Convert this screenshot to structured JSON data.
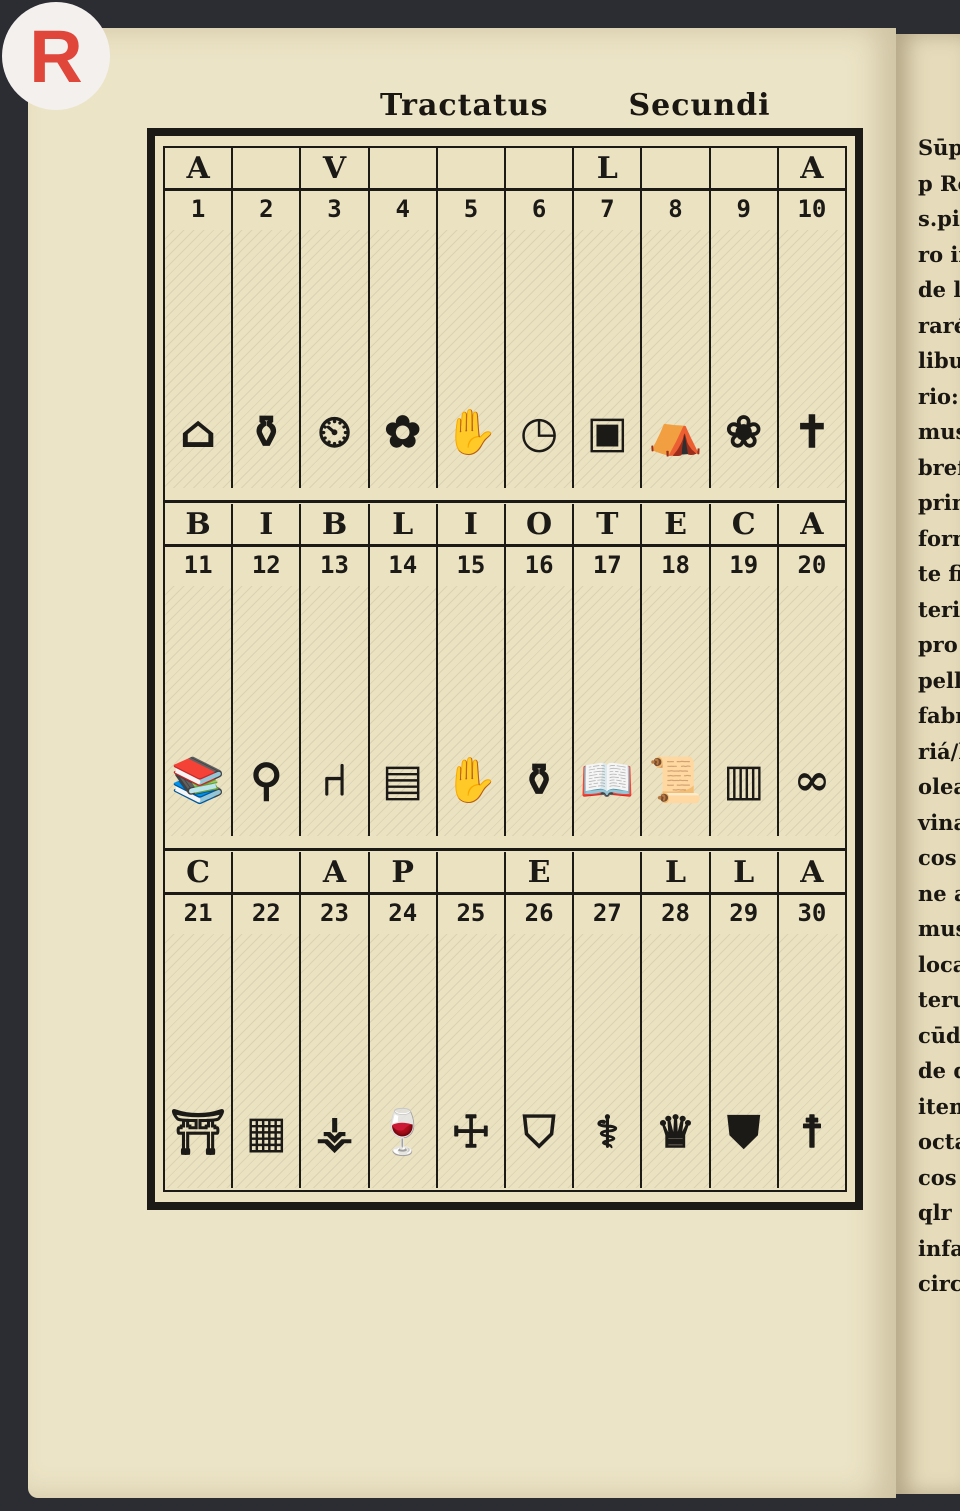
{
  "logo": {
    "letter": "R",
    "color": "#e0463a"
  },
  "header": {
    "word1": "Tractatus",
    "word2": "Secundi"
  },
  "rows": [
    {
      "letters": [
        "A",
        "",
        "V",
        "",
        "",
        "",
        "L",
        "",
        "",
        "A"
      ],
      "numbers": [
        "1",
        "2",
        "3",
        "4",
        "5",
        "6",
        "7",
        "8",
        "9",
        "10"
      ],
      "icons": [
        "arched-window-icon",
        "ewer-icon",
        "clock-case-icon",
        "flower-pot-icon",
        "hand-vase-icon",
        "wall-clock-icon",
        "madonna-picture-icon",
        "canopy-bed-icon",
        "fruit-basket-icon",
        "rosary-cross-icon"
      ],
      "glyphs": [
        "⌂",
        "⚱",
        "⏲",
        "✿",
        "✋",
        "◷",
        "▣",
        "⛺",
        "❀",
        "✝"
      ]
    },
    {
      "letters": [
        "B",
        "I",
        "B",
        "L",
        "I",
        "O",
        "T",
        "E",
        "C",
        "A"
      ],
      "numbers": [
        "11",
        "12",
        "13",
        "14",
        "15",
        "16",
        "17",
        "18",
        "19",
        "20"
      ],
      "icons": [
        "books-icon",
        "lamp-icon",
        "chair-icon",
        "lectern-icon",
        "hand-icon",
        "inkwell-icon",
        "open-book-icon",
        "scroll-icon",
        "cabinet-icon",
        "spectacles-icon"
      ],
      "glyphs": [
        "📚",
        "⚲",
        "⑁",
        "▤",
        "✋",
        "⚱",
        "📖",
        "📜",
        "▥",
        "∞"
      ]
    },
    {
      "letters": [
        "C",
        "",
        "A",
        "P",
        "",
        "E",
        "",
        "L",
        "L",
        "A"
      ],
      "numbers": [
        "21",
        "22",
        "23",
        "24",
        "25",
        "26",
        "27",
        "28",
        "29",
        "30"
      ],
      "icons": [
        "altar-icon",
        "missal-stand-icon",
        "censer-icon",
        "chalice-icon",
        "hand-cross-icon",
        "mitre-icon",
        "crozier-icon",
        "tiara-icon",
        "chasuble-icon",
        "processional-stand-icon"
      ],
      "glyphs": [
        "⛩",
        "▦",
        "⚶",
        "🍷",
        "☩",
        "⛉",
        "⚕",
        "♛",
        "⛊",
        "☨"
      ]
    }
  ],
  "right_page_lines": [
    "Sūp",
    "p Ro",
    "s.pisc",
    "ro in c",
    "de loc",
    "raré s",
    "libus",
    "rio:",
    "mus.",
    "brefa",
    "prim",
    "form",
    "te fie",
    "terit",
    "pro",
    "pella",
    "fabr",
    "riá/l",
    "olear",
    "vina",
    "cos",
    "ne al",
    "mus",
    "loca",
    "teru",
    "cūd",
    "de q",
    "item",
    "octa",
    "cos",
    "qlr",
    "infa",
    "circ"
  ]
}
